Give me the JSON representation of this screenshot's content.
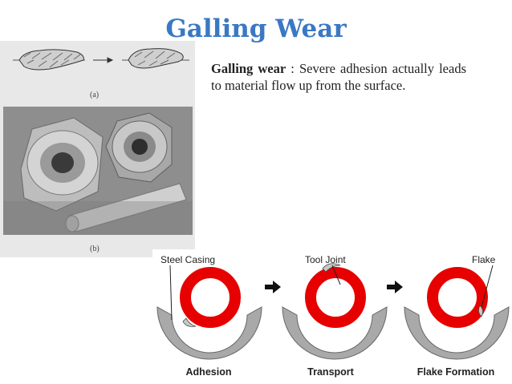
{
  "slide": {
    "title": "Galling Wear"
  },
  "description": {
    "term": "Galling wear",
    "separator": " : ",
    "text": "Severe adhesion actually leads to material flow up from the surface."
  },
  "photo": {
    "label_a": "(a)",
    "label_b": "(b)"
  },
  "diagram": {
    "labels": {
      "steel_casing": "Steel Casing",
      "tool_joint": "Tool Joint",
      "flake": "Flake"
    },
    "stages": [
      "Adhesion",
      "Transport",
      "Flake Formation"
    ],
    "colors": {
      "ring": "#e60000",
      "casing": "#a9a9a9",
      "title": "#3a78c4"
    }
  }
}
